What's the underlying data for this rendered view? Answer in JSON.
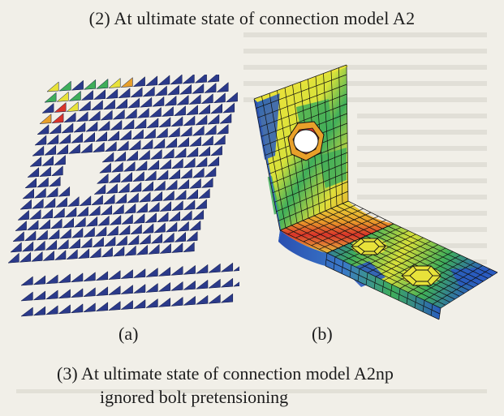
{
  "caption_top": "(2) At ultimate state of connection model A2",
  "figure_a": {
    "label": "(a)"
  },
  "figure_b": {
    "label": "(b)"
  },
  "caption_bottom": {
    "line1": "(3) At ultimate state of connection model A2np",
    "line2": "ignored bolt pretensioning"
  },
  "colors": {
    "background": "#f1efe8",
    "mesh_blue": "#2b3a8a",
    "low_stress": "#2a5bc0",
    "mid_stress": "#3fae5a",
    "high_stress": "#e8e23a",
    "peak_stress": "#d9342a"
  }
}
